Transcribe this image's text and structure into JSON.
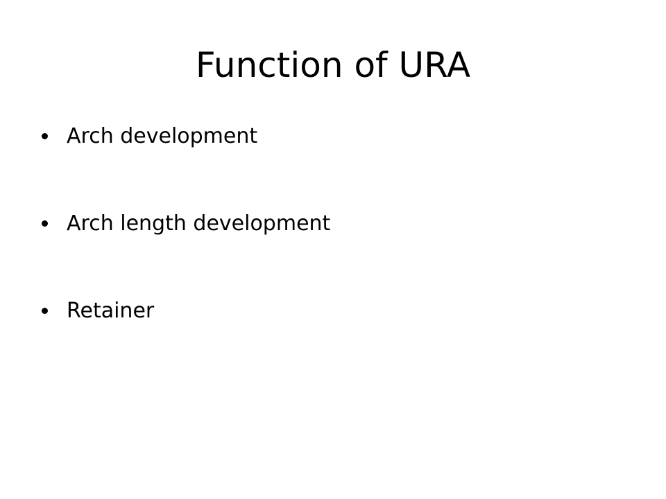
{
  "slide": {
    "title": "Function of URA",
    "bullets": [
      {
        "text": "Arch development"
      },
      {
        "text": "Arch length development"
      },
      {
        "text": "Retainer"
      }
    ]
  }
}
